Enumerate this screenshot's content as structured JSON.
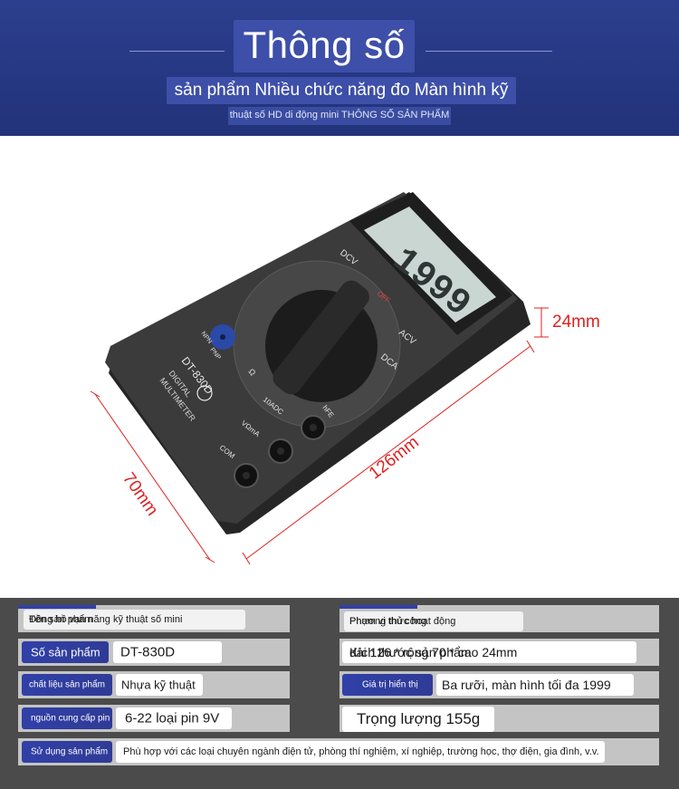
{
  "header": {
    "title": "Thông số",
    "subtitle_line1": "sản phẩm Nhiều chức năng đo Màn hình kỹ",
    "subtitle_line2": "thuật số HD di động mini THÔNG SỐ SẢN PHẨM"
  },
  "product": {
    "model": "DT-830D",
    "brand_line1": "DIGITAL",
    "brand_line2": "MULTIMETER",
    "dimensions": {
      "width": "70mm",
      "length": "126mm",
      "height": "24mm"
    },
    "dial_labels": {
      "dcv": "DCV",
      "acv": "ACV",
      "dca": "DCA",
      "off": "OFF",
      "ohm": "Ω",
      "hfe": "hFE",
      "npn": "NPN",
      "pnp": "PNP",
      "com": "COM",
      "v_ma": "VΩmA",
      "a10": "10ADC"
    },
    "lcd_text": "1999",
    "colors": {
      "body": "#3a3a3a",
      "dial": "#1c1c1c",
      "accent_red": "#e02020",
      "transistor_socket": "#2b4aa8"
    }
  },
  "specs": {
    "name_label": "Tên sản phẩm",
    "name_value": "Đồng hồ vạn năng kỹ thuật số mini",
    "mode_label": "Phương thức hoạt động",
    "mode_value": "Phạm vi thủ công",
    "model_label": "Số sản phẩm",
    "model_value": "DT-830D",
    "size_label": "Kích thước sản phẩm",
    "size_value": "dài 126 * rộng 70 * cao 24mm",
    "material_label": "chất liệu sản phẩm",
    "material_value": "Nhựa kỹ thuật",
    "display_label": "Giá trị hiển thị",
    "display_value": "Ba rưỡi, màn hình tối đa 1999",
    "power_label": "nguồn cung cấp pin",
    "power_value": "6-22 loại pin 9V",
    "weight_value": "Trọng lượng 155g",
    "usage_label": "Sử dụng sản phẩm",
    "usage_value": "Phù hợp với các loại chuyên ngành điện tử, phòng thí nghiệm, xí nghiệp, trường học, thợ điện, gia đình, v.v."
  }
}
